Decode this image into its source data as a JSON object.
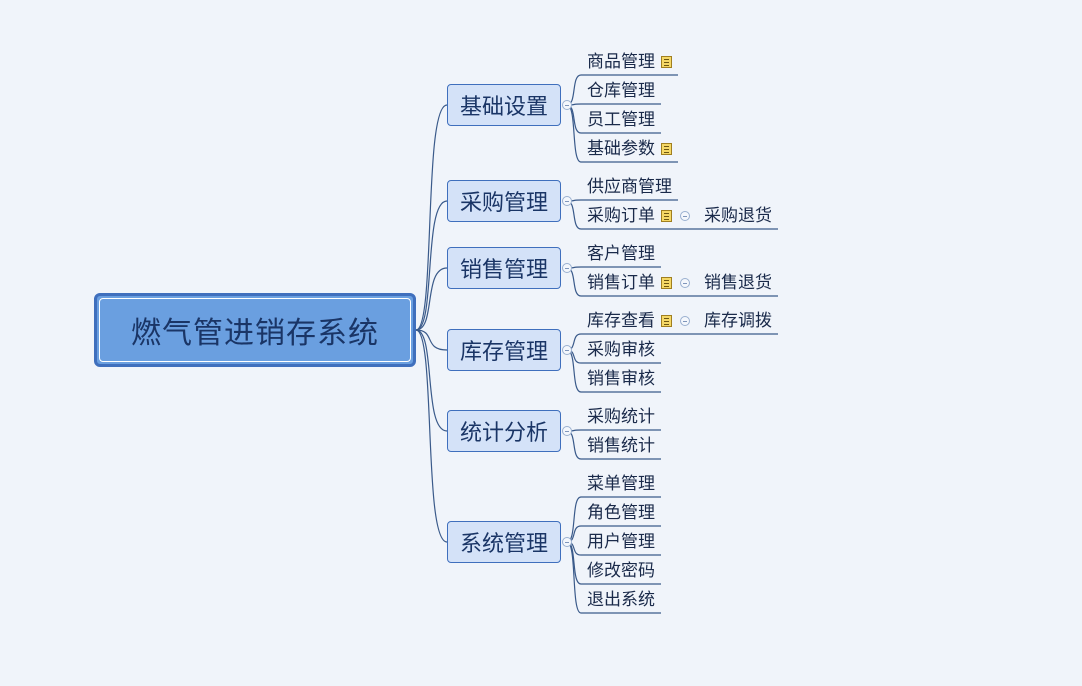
{
  "root": {
    "label": "燃气管进销存系统"
  },
  "branches": [
    {
      "label": "基础设置",
      "children": [
        {
          "label": "商品管理",
          "note": true
        },
        {
          "label": "仓库管理"
        },
        {
          "label": "员工管理"
        },
        {
          "label": "基础参数",
          "note": true
        }
      ]
    },
    {
      "label": "采购管理",
      "children": [
        {
          "label": "供应商管理"
        },
        {
          "label": "采购订单",
          "note": true,
          "child": "采购退货"
        }
      ]
    },
    {
      "label": "销售管理",
      "children": [
        {
          "label": "客户管理"
        },
        {
          "label": "销售订单",
          "note": true,
          "child": "销售退货"
        }
      ]
    },
    {
      "label": "库存管理",
      "children": [
        {
          "label": "库存查看",
          "note": true,
          "child": "库存调拨"
        },
        {
          "label": "采购审核"
        },
        {
          "label": "销售审核"
        }
      ]
    },
    {
      "label": "统计分析",
      "children": [
        {
          "label": "采购统计"
        },
        {
          "label": "销售统计"
        }
      ]
    },
    {
      "label": "系统管理",
      "children": [
        {
          "label": "菜单管理"
        },
        {
          "label": "角色管理"
        },
        {
          "label": "用户管理"
        },
        {
          "label": "修改密码"
        },
        {
          "label": "退出系统"
        }
      ]
    }
  ],
  "colors": {
    "background": "#f0f4fa",
    "root_fill": "#6a9fe0",
    "root_border": "#3f6fbd",
    "branch_fill": "#d4e2f8",
    "connector": "#3a5a8a",
    "note_icon": "#f5d866"
  },
  "icons": {
    "note": "note-icon",
    "collapse": "collapse-toggle-icon"
  }
}
